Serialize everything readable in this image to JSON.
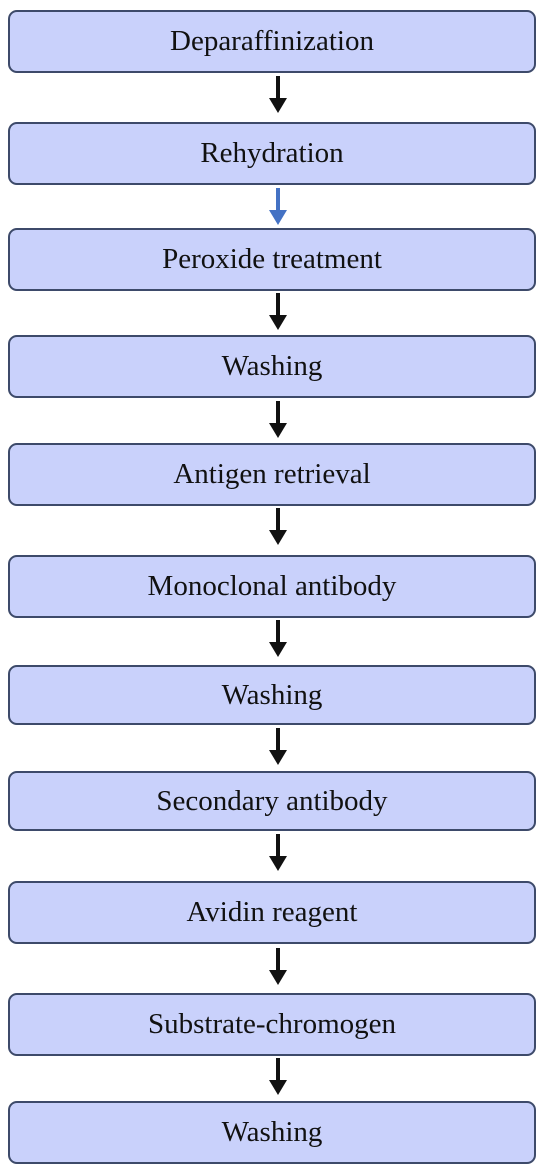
{
  "steps": [
    {
      "label": "Deparaffinization"
    },
    {
      "label": "Rehydration"
    },
    {
      "label": "Peroxide treatment"
    },
    {
      "label": "Washing"
    },
    {
      "label": "Antigen retrieval"
    },
    {
      "label": "Monoclonal antibody"
    },
    {
      "label": "Washing"
    },
    {
      "label": "Secondary antibody"
    },
    {
      "label": "Avidin reagent"
    },
    {
      "label": "Substrate-chromogen"
    },
    {
      "label": "Washing"
    }
  ],
  "colors": {
    "box_fill": "#c9d1fb",
    "box_border": "#3d4a6a",
    "arrow_default": "#111111",
    "arrow_highlight": "#4472c4"
  }
}
